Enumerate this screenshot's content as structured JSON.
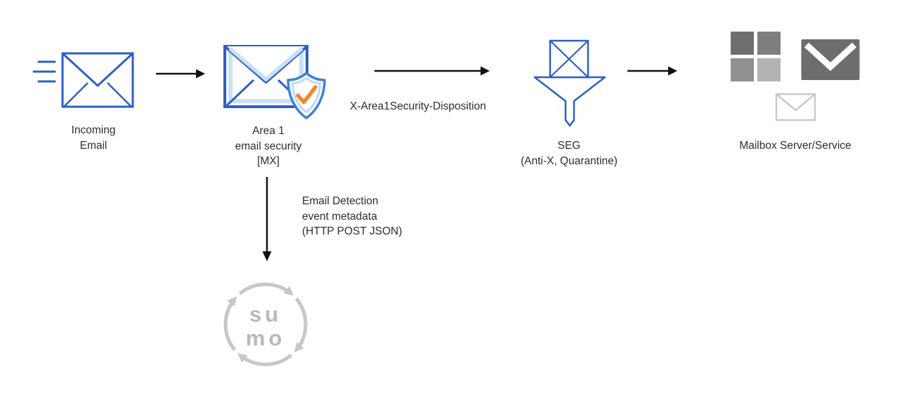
{
  "nodes": {
    "incoming_email": {
      "icon": "incoming-envelope-icon",
      "label": [
        "Incoming",
        "Email"
      ]
    },
    "area1": {
      "icon": "envelope-shield-check-icon",
      "label": [
        "Area 1",
        "email security",
        "[MX]"
      ]
    },
    "seg": {
      "icon": "envelope-funnel-icon",
      "label": [
        "SEG",
        "(Anti-X, Quarantine)"
      ]
    },
    "mailbox": {
      "icons": [
        "microsoft-squares-icon",
        "gmail-envelope-icon",
        "envelope-outline-icon"
      ],
      "label": "Mailbox Server/Service"
    },
    "sumo_logic": {
      "icon": "sumo-logic-circular-arrows-logo",
      "wordmark": [
        "su",
        "mo"
      ]
    }
  },
  "edges": {
    "incoming_to_area1": {
      "type": "arrow-right"
    },
    "area1_to_seg": {
      "type": "arrow-right",
      "label": "X-Area1Security-Disposition"
    },
    "seg_to_mailbox": {
      "type": "arrow-right"
    },
    "area1_to_sumo": {
      "type": "arrow-down",
      "label": [
        "Email Detection",
        "event metadata",
        "(HTTP POST JSON)"
      ]
    }
  },
  "colors": {
    "envelope_blue": "#2e5ec6",
    "accent_light_blue": "#c9e0f6",
    "shield_blue": "#3b82d8",
    "check_orange": "#ee8a2a",
    "arrow_black": "#111111",
    "label_text": "#2e2e2e",
    "ms_gray_dark": "#6e6e6e",
    "ms_gray_light": "#b4b4b4",
    "gmail_gray": "#6d6d6d",
    "envelope_outline_gray": "#c9c9c9",
    "sumo_gray": "#c7c7c7"
  }
}
